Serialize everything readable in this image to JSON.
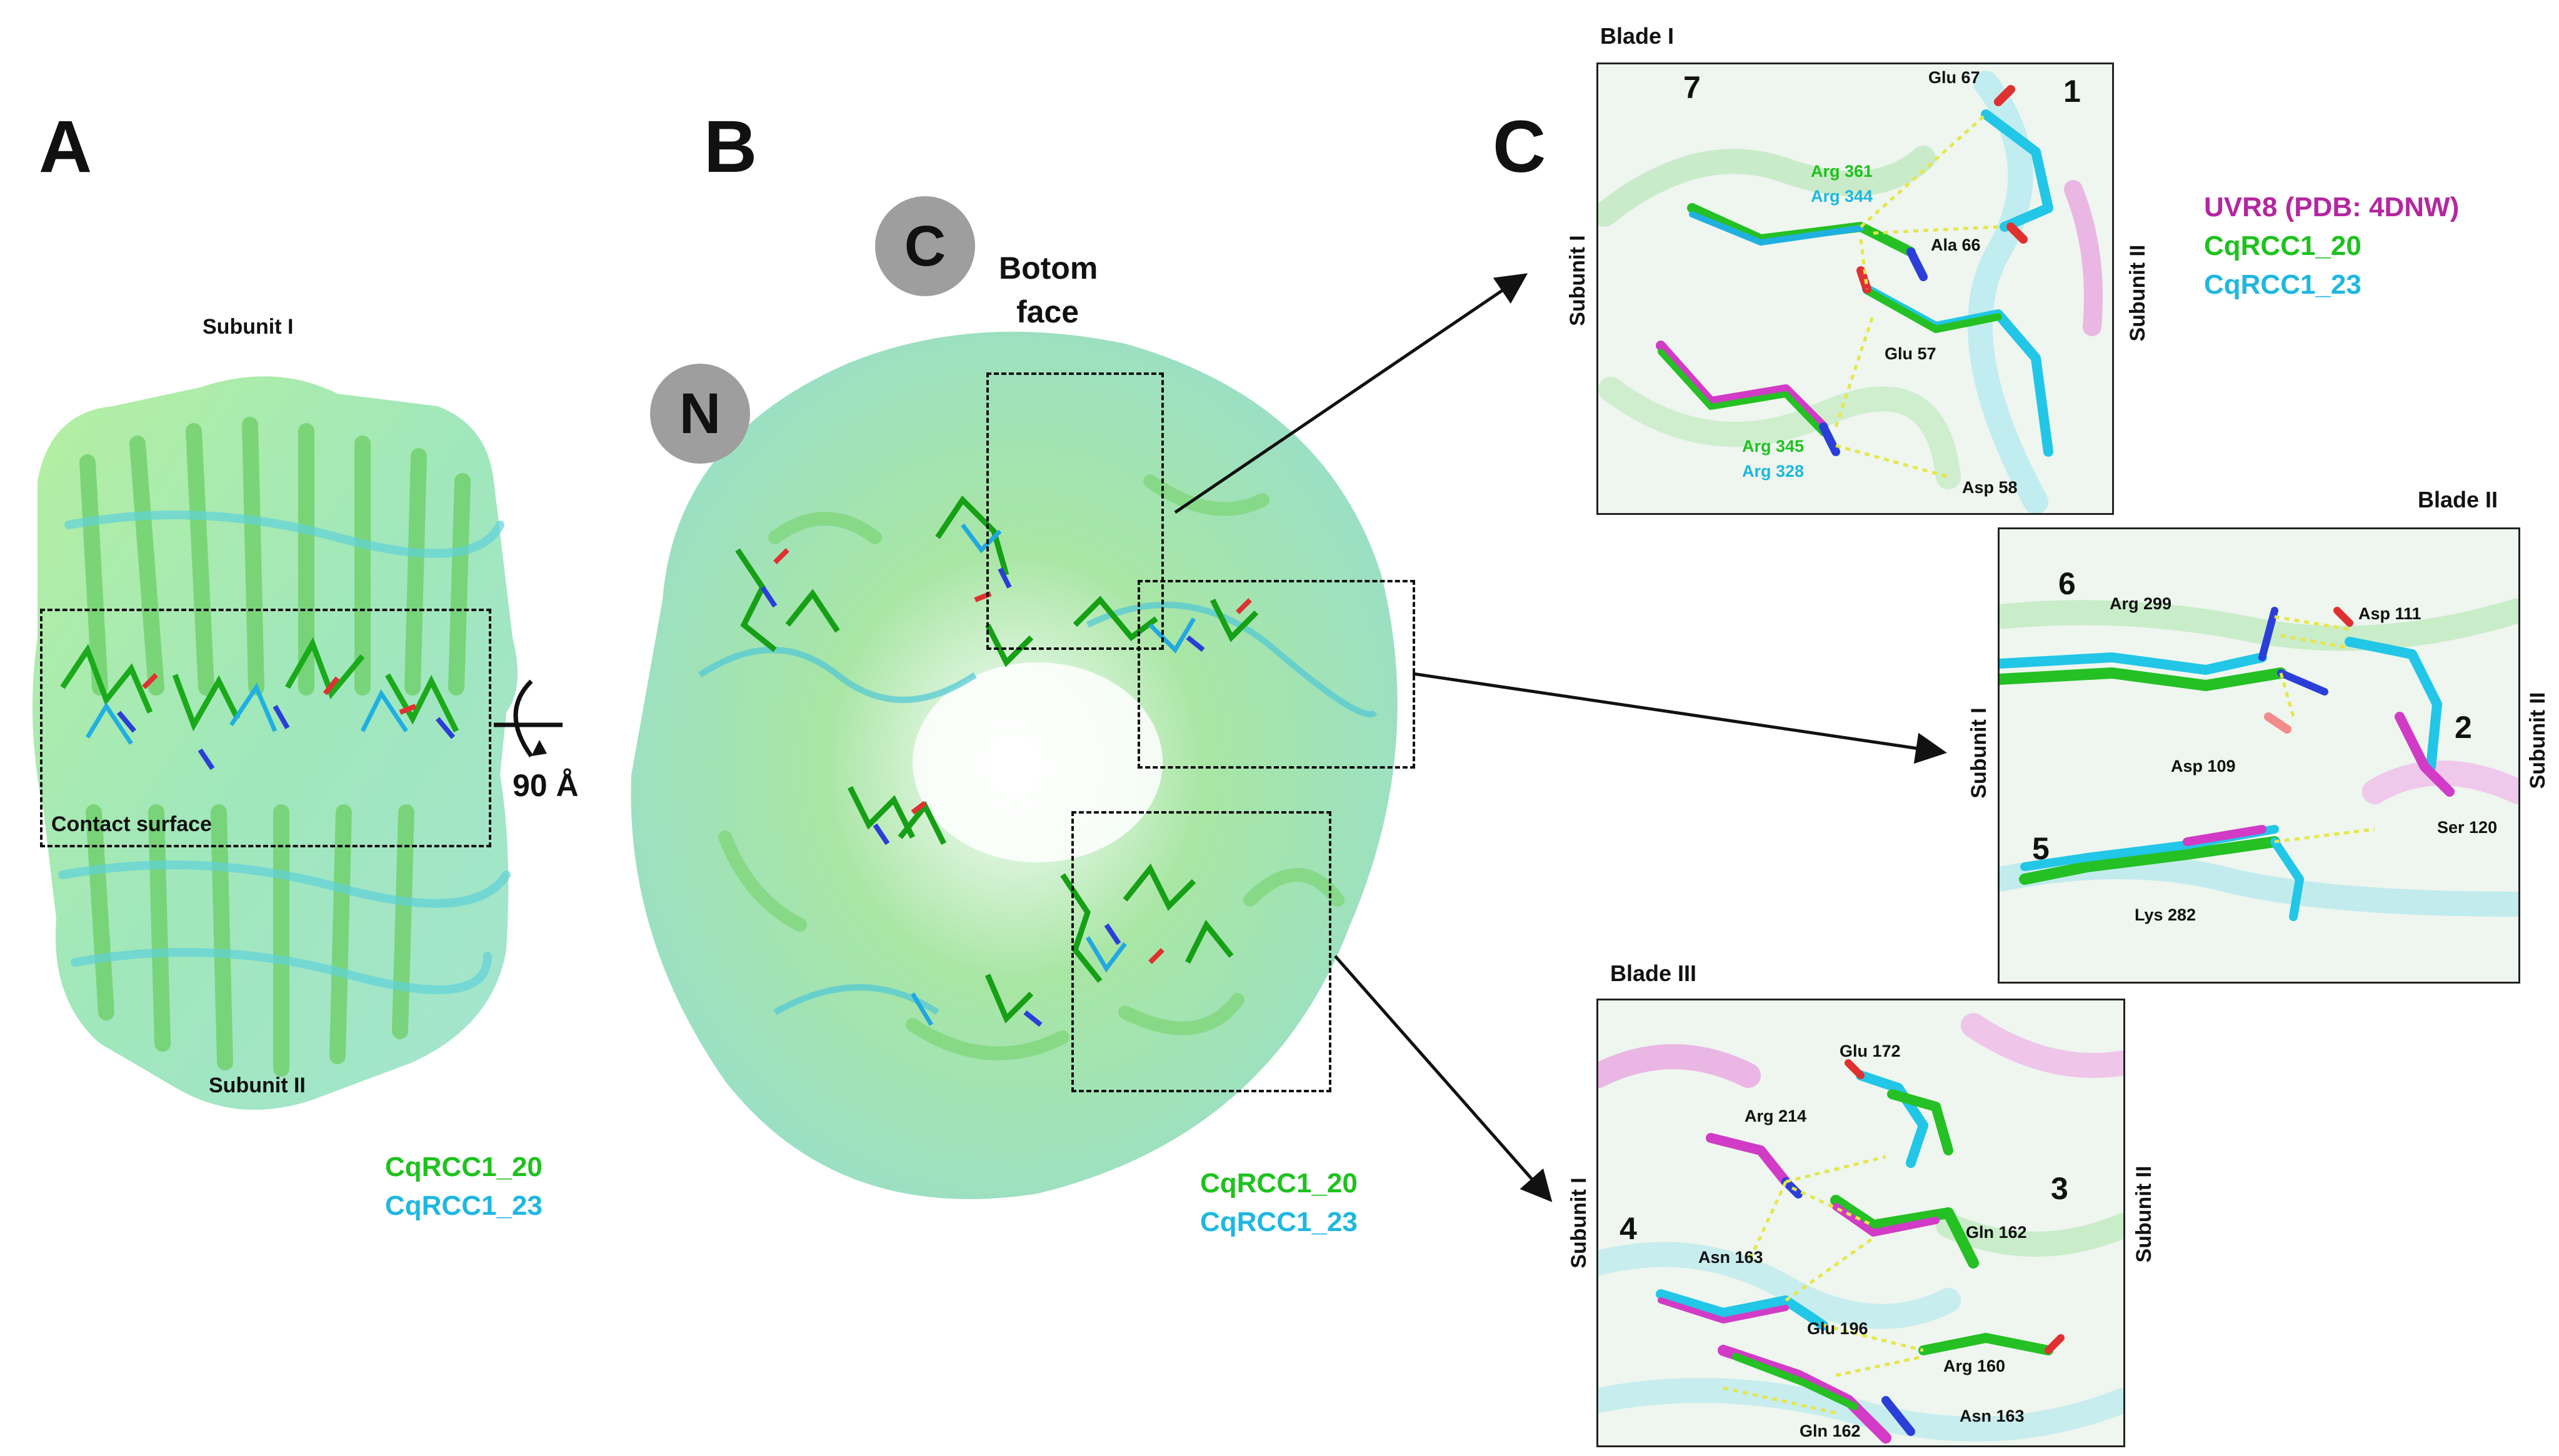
{
  "panels": {
    "a": {
      "letter": "A",
      "subunit_top": "Subunit I",
      "subunit_bottom": "Subunit II",
      "contact_surface": "Contact surface",
      "rotation": "90 Å",
      "legend": [
        "CqRCC1_20",
        "CqRCC1_23"
      ]
    },
    "b": {
      "letter": "B",
      "terminus_c": "C",
      "terminus_n": "N",
      "face_label_line1": "Botom",
      "face_label_line2": "face",
      "legend": [
        "CqRCC1_20",
        "CqRCC1_23"
      ]
    },
    "c": {
      "letter": "C",
      "legend": [
        "UVR8 (PDB: 4DNW)",
        "CqRCC1_20",
        "CqRCC1_23"
      ],
      "blade1": {
        "title": "Blade I",
        "numbers": [
          "7",
          "1"
        ],
        "subunit_left": "Subunit I",
        "subunit_right": "Subunit II",
        "residues": {
          "glu67": "Glu 67",
          "arg361": "Arg 361",
          "arg344": "Arg 344",
          "ala66": "Ala 66",
          "glu57": "Glu 57",
          "arg345": "Arg 345",
          "arg328": "Arg 328",
          "asp58": "Asp 58"
        }
      },
      "blade2": {
        "title": "Blade II",
        "numbers": [
          "6",
          "2",
          "5"
        ],
        "subunit_left": "Subunit I",
        "subunit_right": "Subunit II",
        "residues": {
          "arg299": "Arg 299",
          "asp111": "Asp 111",
          "asp109": "Asp 109",
          "ser120": "Ser 120",
          "lys282": "Lys 282"
        }
      },
      "blade3": {
        "title": "Blade III",
        "numbers": [
          "4",
          "3"
        ],
        "subunit_left": "Subunit I",
        "subunit_right": "Subunit II",
        "residues": {
          "glu172": "Glu 172",
          "arg214": "Arg 214",
          "gln162a": "Gln 162",
          "asn163a": "Asn 163",
          "glu196": "Glu 196",
          "arg160": "Arg 160",
          "asn163b": "Asn 163",
          "gln162b": "Gln 162"
        }
      }
    }
  },
  "colors": {
    "cqrcc1_20": "#1ec21e",
    "cqrcc1_23": "#1fb7e0",
    "uvr8": "#b4279f",
    "hbond": "#e6e64a"
  }
}
